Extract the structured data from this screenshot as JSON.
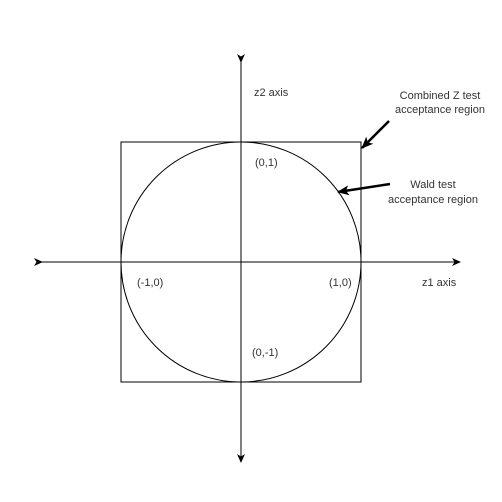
{
  "axes": {
    "z1_label": "z1 axis",
    "z2_label": "z2 axis"
  },
  "points": {
    "top": "(0,1)",
    "bottom": "(0,-1)",
    "left": "(-1,0)",
    "right": "(1,0)"
  },
  "annotations": {
    "combined_z": {
      "line1": "Combined Z test",
      "line2": "acceptance region"
    },
    "wald": {
      "line1": "Wald test",
      "line2": "acceptance region"
    }
  },
  "colors": {
    "stroke": "#000000",
    "text": "#333333",
    "background": "#ffffff"
  }
}
